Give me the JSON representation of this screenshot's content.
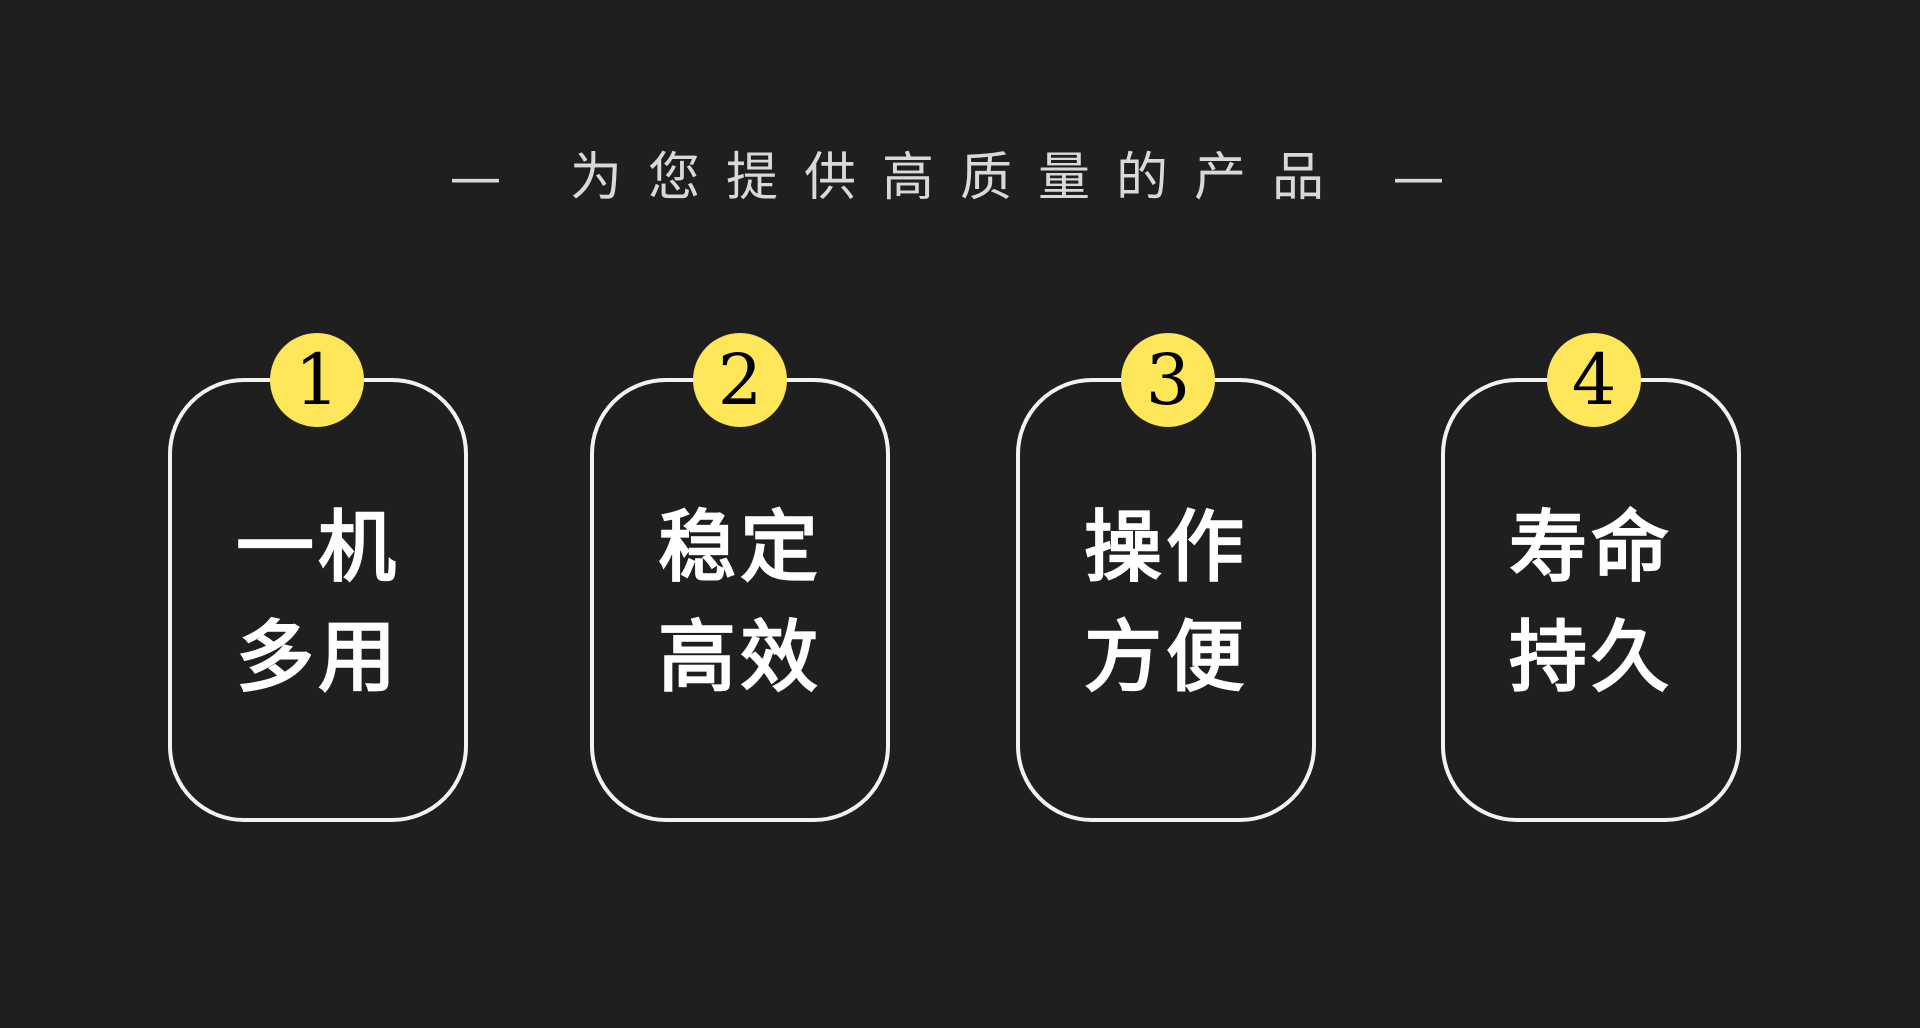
{
  "title": "— 为您提供高质量的产品 —",
  "accent_color": "#fde65a",
  "cards": [
    {
      "number": "1",
      "line1": "一机",
      "line2": "多用"
    },
    {
      "number": "2",
      "line1": "稳定",
      "line2": "高效"
    },
    {
      "number": "3",
      "line1": "操作",
      "line2": "方便"
    },
    {
      "number": "4",
      "line1": "寿命",
      "line2": "持久"
    }
  ]
}
